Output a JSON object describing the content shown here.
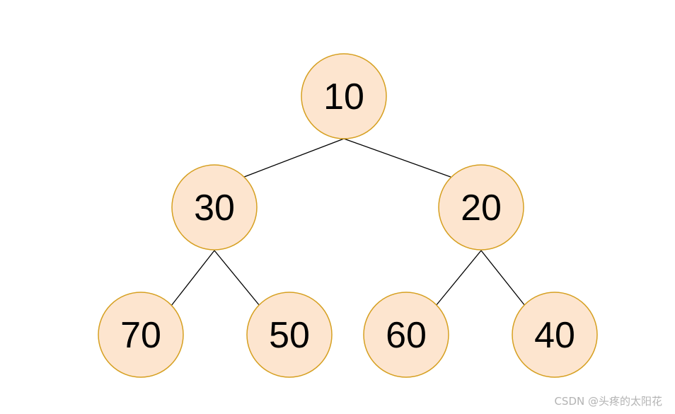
{
  "tree": {
    "nodes": [
      {
        "id": "n10",
        "value": "10"
      },
      {
        "id": "n30",
        "value": "30"
      },
      {
        "id": "n20",
        "value": "20"
      },
      {
        "id": "n70",
        "value": "70"
      },
      {
        "id": "n50",
        "value": "50"
      },
      {
        "id": "n60",
        "value": "60"
      },
      {
        "id": "n40",
        "value": "40"
      }
    ],
    "edges": [
      {
        "from": "10",
        "to": "30"
      },
      {
        "from": "10",
        "to": "20"
      },
      {
        "from": "30",
        "to": "70"
      },
      {
        "from": "30",
        "to": "50"
      },
      {
        "from": "20",
        "to": "60"
      },
      {
        "from": "20",
        "to": "40"
      }
    ]
  },
  "colors": {
    "node_fill": "#fde5cf",
    "node_border": "#d6a021",
    "edge": "#000000",
    "watermark": "#b3b3b3"
  },
  "watermark": {
    "text": "CSDN @头疼的太阳花"
  }
}
